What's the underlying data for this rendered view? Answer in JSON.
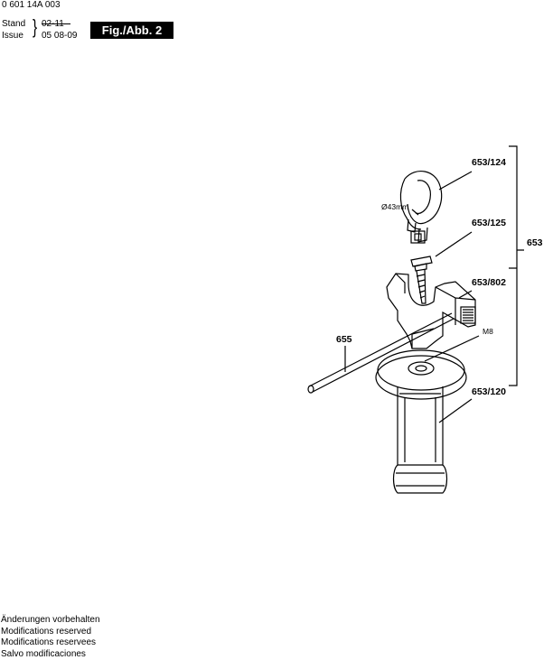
{
  "header": {
    "doc_number": "0 601 14A 003",
    "stand_label": "Stand",
    "stand_value": "02-11",
    "issue_label": "Issue",
    "issue_value": "05 08-09",
    "figure_badge": "Fig./Abb. 2"
  },
  "diagram": {
    "labels": {
      "part_653_124": "653/124",
      "part_653_125": "653/125",
      "part_653": "653",
      "part_653_802": "653/802",
      "part_655": "655",
      "part_653_120": "653/120",
      "dim_clamp": "Ø43mm",
      "thread_m8": "M8"
    }
  },
  "footer": {
    "lines": [
      "Änderungen vorbehalten",
      "Modifications reserved",
      "Modifications reservees",
      "Salvo modificaciones"
    ]
  }
}
